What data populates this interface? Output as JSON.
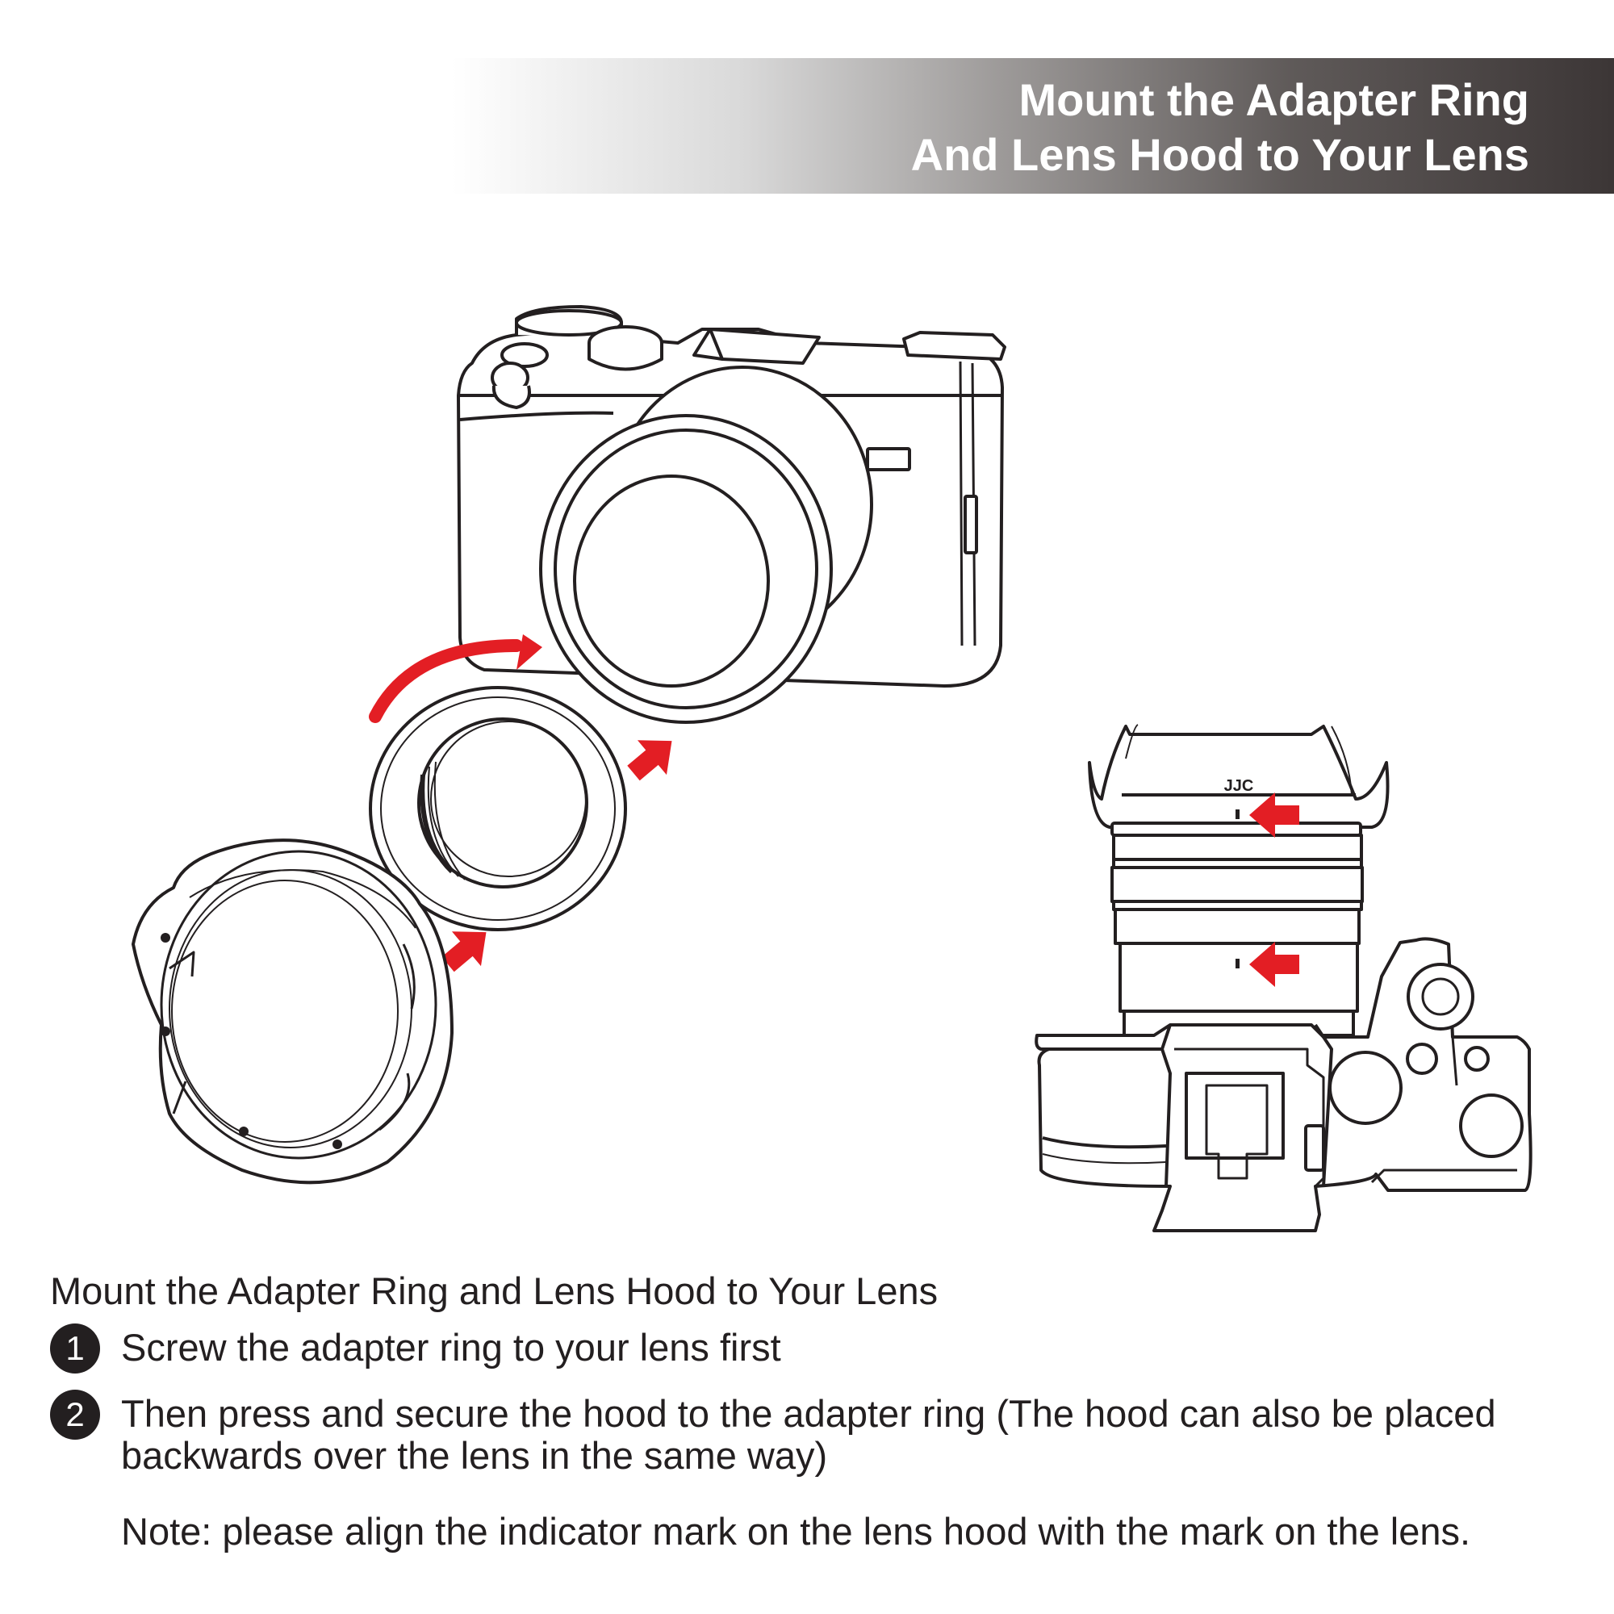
{
  "header": {
    "title_line1": "Mount the Adapter Ring",
    "title_line2": "And Lens Hood to Your Lens"
  },
  "illustration": {
    "hood_brand_label": "JJC",
    "accent_color": "#e31e24",
    "line_color": "#231f20"
  },
  "instructions": {
    "heading": "Mount the Adapter Ring and Lens Hood to Your Lens",
    "steps": [
      {
        "number": "1",
        "text": "Screw the adapter ring to your lens first"
      },
      {
        "number": "2",
        "text": "Then press and secure the hood to the adapter ring (The hood can also be placed backwards over the lens in the same way)"
      }
    ],
    "note": "Note: please align the indicator mark on the lens hood with the mark on the lens."
  }
}
